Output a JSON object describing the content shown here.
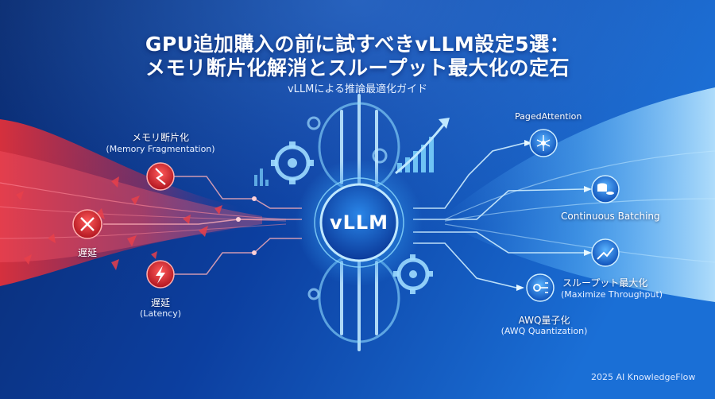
{
  "header": {
    "title_line1": "GPU追加購入の前に試すべきvLLM設定5選：",
    "title_line2": "メモリ断片化解消とスループット最大化の定石",
    "subtitle": "vLLMによる推論最適化ガイド"
  },
  "hub": {
    "label": "vLLM"
  },
  "problems": {
    "memory": {
      "label": "メモリ断片化",
      "sub": "(Memory Fragmentation)",
      "icon": "broken-memory-icon"
    },
    "delay_left": {
      "label": "遅延",
      "icon": "lightning-cross-icon"
    },
    "latency": {
      "label": "遅延",
      "sub": "(Latency)",
      "icon": "lightning-icon"
    }
  },
  "solutions": {
    "paged": {
      "label": "PagedAttention",
      "icon": "network-icon"
    },
    "batching": {
      "label": "Continuous Batching",
      "icon": "database-icon"
    },
    "throughput": {
      "label": "スループット最大化",
      "sub": "(Maximize Throughput)",
      "icon": "trend-up-icon"
    },
    "awq": {
      "label": "AWQ量子化",
      "sub": "(AWQ Quantization)",
      "icon": "quantize-icon"
    }
  },
  "footer": {
    "credit": "2025 AI KnowledgeFlow"
  },
  "colors": {
    "problem_red": "#e0303a",
    "accent_cyan": "#7fd6ff",
    "background_blue": "#0b2f7a"
  }
}
